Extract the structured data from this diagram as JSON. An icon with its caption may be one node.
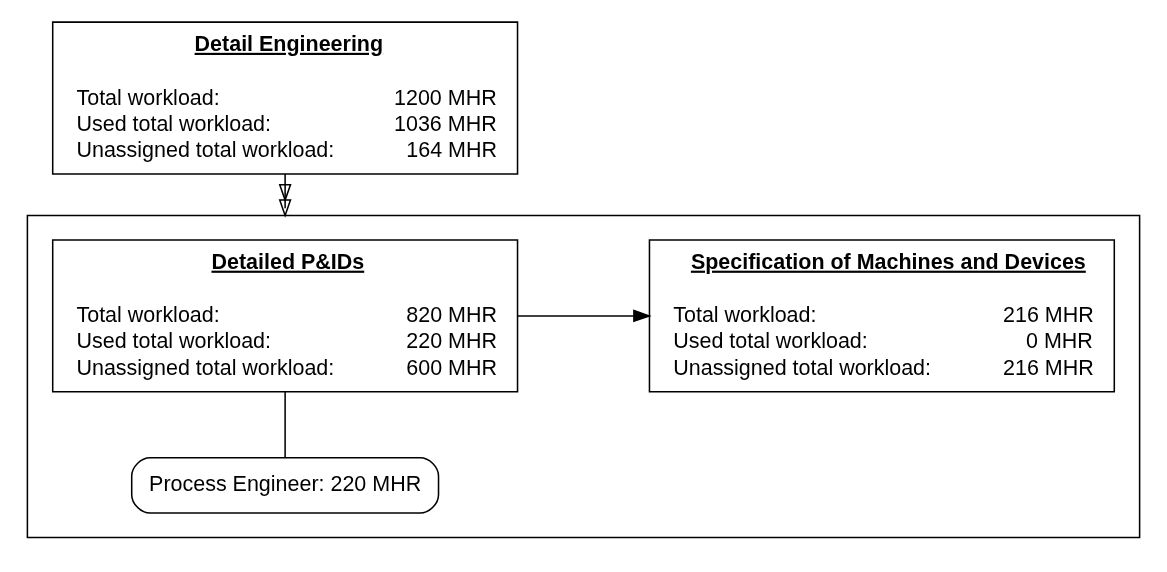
{
  "diagram": {
    "nodes": [
      {
        "text": [
          "Detail Engineering",
          "Total workload:",
          "1200 MHR",
          "Used total workload:",
          "1036 MHR",
          "Unassigned total workload:",
          "164 MHR"
        ]
      },
      {
        "text": [],
        "shape": "box"
      },
      {
        "text": [
          "Detailed P&IDs",
          "Total workload:",
          "820 MHR",
          "Used total workload:",
          "220 MHR",
          "Unassigned total workload:",
          "600 MHR"
        ],
        "in": 1
      },
      {
        "text": [
          "Specification of Machines and Devices",
          "Total workload:",
          "216 MHR",
          "Used total workload:",
          "0 MHR",
          "Unassigned total workload:",
          "216 MHR"
        ],
        "in": 1
      },
      {
        "text": [
          "Process Engineer: 220 MHR"
        ],
        "in": 1
      }
    ],
    "edges": [
      {
        "from": 0,
        "to": 1,
        "arrow": "to"
      },
      {
        "from": 2,
        "to": 3,
        "arrow": "to"
      },
      {
        "from": 2,
        "to": 4,
        "arrow": "none"
      }
    ]
  }
}
